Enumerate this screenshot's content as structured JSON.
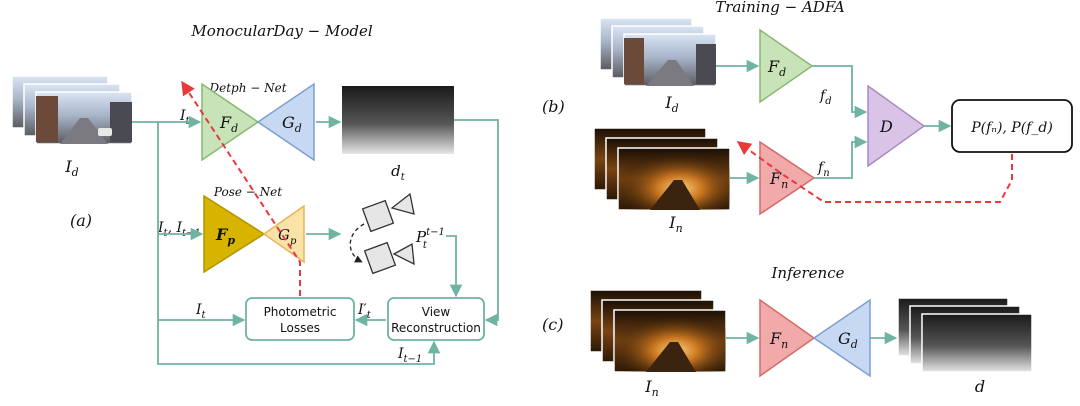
{
  "panel_a": {
    "label": "(a)",
    "title": "MonocularDay − Model",
    "input_label": "I",
    "input_sub": "d",
    "depth_net_label": "Detph − Net",
    "encoder_label": "F",
    "encoder_sub": "d",
    "decoder_label": "G",
    "decoder_sub": "d",
    "depth_out_label": "d",
    "depth_out_sub": "t",
    "depth_in_label": "I",
    "depth_in_sub": "t",
    "pose_net_label": "Pose − Net",
    "pose_in_label": "I",
    "pose_in_sub1": "t",
    "pose_in_sep": ", I",
    "pose_in_sub2": "t−1",
    "pose_enc_label": "F",
    "pose_enc_sub": "p",
    "pose_dec_label": "G",
    "pose_dec_sub": "p",
    "pose_out_label": "P",
    "pose_out_sub": "t",
    "pose_out_sup": "t−1",
    "photometric_line1": "Photometric",
    "photometric_line2": "Losses",
    "view_line1": "View",
    "view_line2": "Reconstruction",
    "it_label": "I",
    "it_sub": "t",
    "it_prime_label": "I′",
    "it_prime_sub": "t",
    "itm1_label": "I",
    "itm1_sub": "t−1"
  },
  "panel_b": {
    "label": "(b)",
    "title": "Training − ADFA",
    "input_d_label": "I",
    "input_d_sub": "d",
    "fd_label": "F",
    "fd_sub": "d",
    "fd_out_label": "f",
    "fd_out_sub": "d",
    "input_n_label": "I",
    "input_n_sub": "n",
    "fn_label": "F",
    "fn_sub": "n",
    "fn_out_label": "f",
    "fn_out_sub": "n",
    "disc_label": "D",
    "output_text": "P(fₙ), P(f_d)"
  },
  "panel_c": {
    "label": "(c)",
    "title": "Inference",
    "input_label": "I",
    "input_sub": "n",
    "fn_label": "F",
    "fn_sub": "n",
    "gd_label": "G",
    "gd_sub": "d",
    "output_label": "d"
  },
  "colors": {
    "flow_teal": "#6fb3a2",
    "gradient_red": "#e8393b",
    "depth_encoder_green": "#c9e3b8",
    "depth_decoder_blue": "#c6d8f2",
    "pose_encoder_gold": "#d6b400",
    "pose_decoder_yellow": "#fbe2a8",
    "night_encoder_red": "#f2a9a9",
    "disc_purple": "#d9c3e6"
  }
}
